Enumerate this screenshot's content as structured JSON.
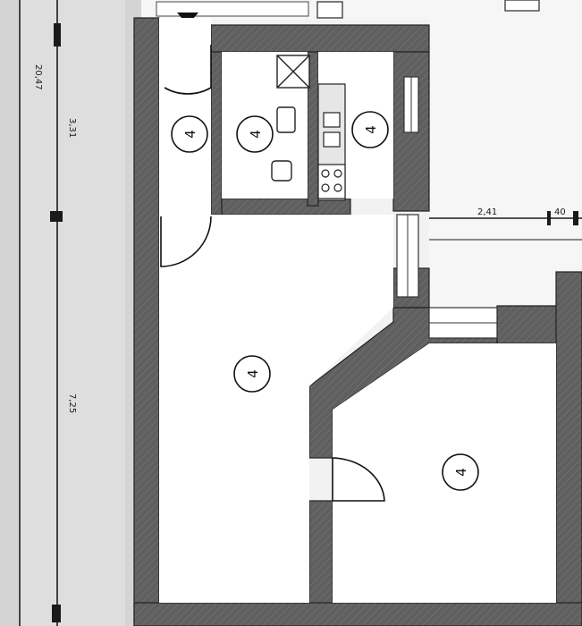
{
  "plan": {
    "rooms": [
      {
        "id": "hall",
        "label": "4"
      },
      {
        "id": "bath",
        "label": "4"
      },
      {
        "id": "kitchen",
        "label": "4"
      },
      {
        "id": "living",
        "label": "4"
      },
      {
        "id": "bedroom",
        "label": "4"
      }
    ],
    "dimensions": {
      "vertical": [
        "20,47",
        "3,31",
        "7,25"
      ],
      "horizontal": [
        "2,41",
        "40"
      ]
    },
    "colors": {
      "wall": "#5f5f5f",
      "wall_outline": "#222222",
      "floor": "#ffffff",
      "exterior": "#d9d9d9",
      "background": "#f2f2f2"
    }
  }
}
